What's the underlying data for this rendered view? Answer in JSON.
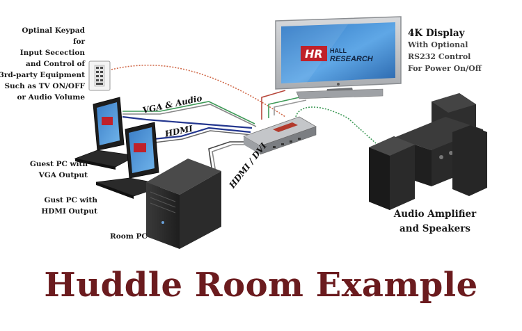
{
  "title": "Huddle Room Example",
  "keypad": {
    "lines": [
      "Optinal Keypad",
      "for",
      "Input Secection",
      "and Control of",
      "3rd-party Equipment",
      "Such as TV ON/OFF",
      "or Audio Volume"
    ]
  },
  "display": {
    "heading": "4K Display",
    "lines": [
      "With Optional",
      "RS232 Control",
      "For Power On/Off"
    ],
    "logo": "HALL RESEARCH"
  },
  "guest_pc_vga": {
    "lines": [
      "Guest PC with",
      "VGA Output"
    ]
  },
  "guest_pc_hdmi": {
    "lines": [
      "Gust PC with",
      "HDMI Output"
    ]
  },
  "room_pc": {
    "label": "Room PC"
  },
  "audio": {
    "lines": [
      "Audio Amplifier",
      "and Speakers"
    ]
  },
  "cables": {
    "vga_audio": "VGA & Audio",
    "hdmi": "HDMI",
    "hdmi_dvi": "HDMI / DVI"
  },
  "colors": {
    "title": "#6b1b1e",
    "keypad_cable": "#d06a4a",
    "rs232_cable": "#b7463a",
    "green_cable": "#3f9a58",
    "blue_cable": "#24378f"
  }
}
